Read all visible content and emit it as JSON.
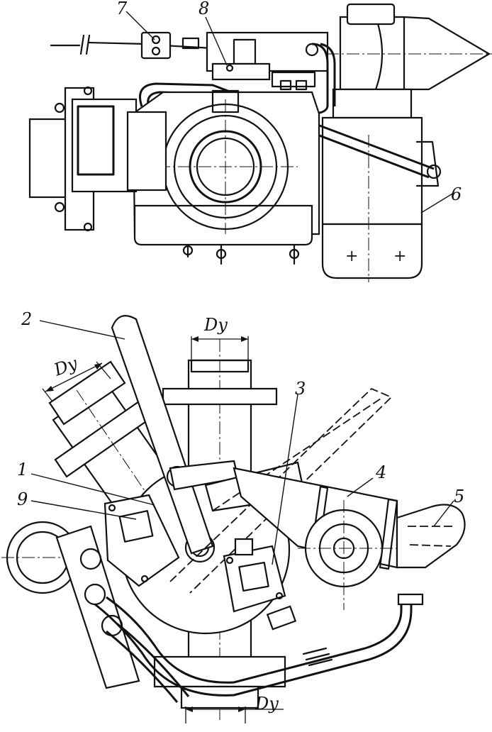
{
  "figure": {
    "top_view": {
      "callouts": [
        "7",
        "8",
        "6"
      ]
    },
    "side_view": {
      "callouts": [
        "2",
        "3",
        "1",
        "4",
        "9",
        "5"
      ],
      "dimensions": [
        "Dy",
        "Dy",
        "Dy"
      ]
    }
  }
}
